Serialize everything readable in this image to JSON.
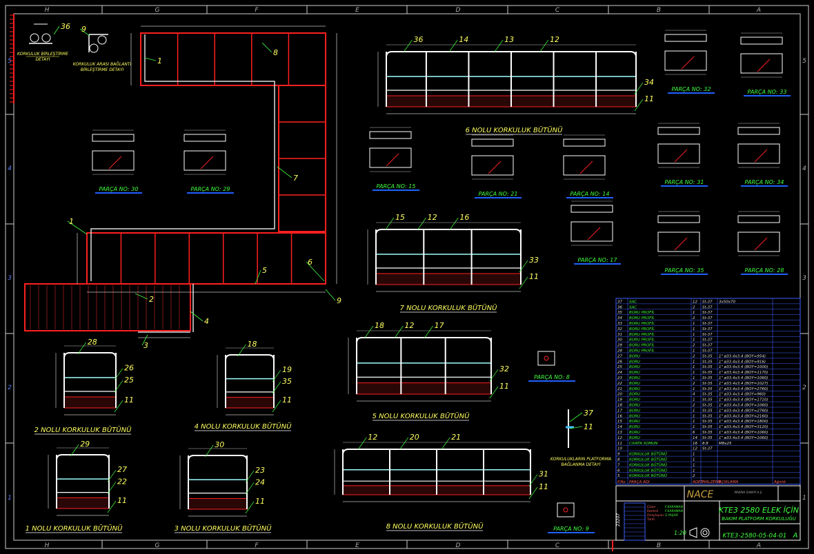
{
  "frame": {
    "columns": [
      "H",
      "G",
      "F",
      "E",
      "D",
      "C",
      "B",
      "A"
    ],
    "rows": [
      "5",
      "4",
      "3",
      "2",
      "1"
    ]
  },
  "colors": {
    "background": "#000000",
    "frame": "#d0d0d0",
    "platform": "#ff2020",
    "railing": "#ffffff",
    "dimension": "#c0c0c0",
    "leader": "#40ff40",
    "title_text": "#ffff60",
    "part_label": "#40ff40",
    "underline": "#2060ff",
    "table_line": "#4060ff"
  },
  "details": {
    "clamp_36_caption": [
      "KORKULUK BİRLEŞTİRME",
      "DETAYI"
    ],
    "clamp_9_caption": [
      "KORKULUK ARASI BAĞLANTI",
      "BİRLEŞTİRME DETAYI"
    ],
    "fixing_caption": [
      "KORKULUKLARIN PLATFORMA",
      "BAĞLANMA DETAYI"
    ]
  },
  "assemblies": [
    {
      "title": "6 NOLU KORKULUK BÜTÜNÜ",
      "callouts": [
        "36",
        "14",
        "13",
        "12",
        "34",
        "11"
      ]
    },
    {
      "title": "7 NOLU KORKULUK BÜTÜNÜ",
      "callouts": [
        "15",
        "12",
        "16",
        "33",
        "11"
      ]
    },
    {
      "title": "5 NOLU KORKULUK BÜTÜNÜ",
      "callouts": [
        "18",
        "12",
        "17",
        "32",
        "11"
      ]
    },
    {
      "title": "8 NOLU KORKULUK BÜTÜNÜ",
      "callouts": [
        "12",
        "20",
        "21",
        "31",
        "11"
      ]
    },
    {
      "title": "2 NOLU KORKULUK BÜTÜNÜ",
      "callouts": [
        "28",
        "26",
        "25",
        "11"
      ]
    },
    {
      "title": "4 NOLU KORKULUK BÜTÜNÜ",
      "callouts": [
        "18",
        "19",
        "35",
        "11"
      ]
    },
    {
      "title": "1 NOLU KORKULUK BÜTÜNÜ",
      "callouts": [
        "29",
        "27",
        "22",
        "11"
      ]
    },
    {
      "title": "3 NOLU KORKULUK BÜTÜNÜ",
      "callouts": [
        "30",
        "23",
        "24",
        "11"
      ]
    }
  ],
  "plan_callouts": [
    "36",
    "9",
    "8",
    "1",
    "7",
    "1",
    "2",
    "5",
    "6",
    "9",
    "3",
    "4",
    "37",
    "11"
  ],
  "parts": [
    {
      "label": "PARÇA NO: 30"
    },
    {
      "label": "PARÇA NO: 29"
    },
    {
      "label": "PARÇA NO: 15"
    },
    {
      "label": "PARÇA NO: 21"
    },
    {
      "label": "PARÇA NO: 14"
    },
    {
      "label": "PARÇA NO: 17"
    },
    {
      "label": "PARÇA NO: 32"
    },
    {
      "label": "PARÇA NO: 33"
    },
    {
      "label": "PARÇA NO: 31"
    },
    {
      "label": "PARÇA NO: 34"
    },
    {
      "label": "PARÇA NO: 35"
    },
    {
      "label": "PARÇA NO: 28"
    },
    {
      "label": "PARÇA NO: 8"
    },
    {
      "label": "PARÇA NO: 9"
    }
  ],
  "parts_list": [
    [
      "37",
      "SAC",
      "12",
      "St-37",
      "3x50x70"
    ],
    [
      "36",
      "SAC",
      "2",
      "St-37",
      ""
    ],
    [
      "35",
      "BORU PROFİL",
      "1",
      "St-37",
      ""
    ],
    [
      "34",
      "BORU PROFİL",
      "2",
      "St-37",
      ""
    ],
    [
      "33",
      "BORU PROFİL",
      "1",
      "St-37",
      ""
    ],
    [
      "32",
      "BORU PROFİL",
      "1",
      "St-37",
      ""
    ],
    [
      "31",
      "BORU PROFİL",
      "1",
      "St-37",
      ""
    ],
    [
      "30",
      "BORU PROFİL",
      "1",
      "St-37",
      ""
    ],
    [
      "29",
      "BORU PROFİL",
      "2",
      "St-37",
      ""
    ],
    [
      "28",
      "BORU PROFİL",
      "1",
      "St-37",
      ""
    ],
    [
      "27",
      "BORU",
      "2",
      "St-35",
      "1\" ø33.4x3.4 (BOY=954)"
    ],
    [
      "26",
      "BORU",
      "1",
      "St-35",
      "1\" ø33.4x3.4 (BOY=916)"
    ],
    [
      "25",
      "BORU",
      "1",
      "St-35",
      "1\" ø33.4x3.4 (BOY=1000)"
    ],
    [
      "24",
      "BORU",
      "1",
      "St-35",
      "1\" ø33.4x3.4 (BOY=1170)"
    ],
    [
      "23",
      "BORU",
      "1",
      "St-35",
      "1\" ø33.4x3.4 (BOY=1060)"
    ],
    [
      "22",
      "BORU",
      "2",
      "St-35",
      "1\" ø33.4x3.4 (BOY=1027)"
    ],
    [
      "21",
      "BORU",
      "1",
      "St-35",
      "1\" ø33.4x3.4 (BOY=2760)"
    ],
    [
      "20",
      "BORU",
      "4",
      "St-35",
      "1\" ø33.4x3.4 (BOY=960)"
    ],
    [
      "19",
      "BORU",
      "1",
      "St-35",
      "1\" ø33.4x3.4 (BOY=1710)"
    ],
    [
      "18",
      "BORU",
      "2",
      "St-35",
      "1\" ø33.4x3.4 (BOY=1060)"
    ],
    [
      "17",
      "BORU",
      "1",
      "St-35",
      "1\" ø33.4x3.4 (BOY=2760)"
    ],
    [
      "16",
      "BORU",
      "1",
      "St-35",
      "1\" ø33.4x3.4 (BOY=2160)"
    ],
    [
      "15",
      "BORU",
      "1",
      "St-35",
      "1\" ø33.4x3.4 (BOY=1800)"
    ],
    [
      "14",
      "BORU",
      "1",
      "St-35",
      "1\" ø33.4x3.4 (BOY=3120)"
    ],
    [
      "13",
      "BORU",
      "6",
      "St-35",
      "1\" ø33.4x3.4 (BOY=1060)"
    ],
    [
      "12",
      "BORU",
      "14",
      "St-35",
      "1\" ø33.4x3.4 (BOY=1060)"
    ],
    [
      "11",
      "CIVATA SOMUN",
      "16",
      "8.8",
      "M8x25"
    ],
    [
      "10",
      "",
      "12",
      "St-37",
      ""
    ],
    [
      "9",
      "KORKULUK BÜTÜNÜ",
      "1",
      "",
      ""
    ],
    [
      "8",
      "KORKULUK BÜTÜNÜ",
      "1",
      "",
      ""
    ],
    [
      "7",
      "KORKULUK BÜTÜNÜ",
      "1",
      "",
      ""
    ],
    [
      "6",
      "KORKULUK BÜTÜNÜ",
      "1",
      "",
      ""
    ],
    [
      "5",
      "KORKULUK BÜTÜNÜ",
      "2",
      "",
      ""
    ]
  ],
  "parts_list_header": [
    "P.No",
    "PARÇA ADI",
    "ADET",
    "MALZEME",
    "AÇIKLAMA",
    "Ağırlık"
  ],
  "title_block": {
    "company_logo": "NACE",
    "company_name": "MAKİNA SANAYİ A.Ş.",
    "title_line1": "KTE3 2580 ELEK İÇİN",
    "title_line2": "BAKIM PLATFORM KORKULUĞU",
    "drawing_number": "KTE3-2580-05-04-01",
    "revision": "A",
    "scale": "1:20",
    "drawn_by_role": [
      "Çizen",
      "Kontrol",
      "Onaylayan",
      "Tarih"
    ],
    "drawn_by": [
      "F.KARAMAN",
      "F.KARAMAN",
      "S.YAŞAR",
      ""
    ],
    "side_number": "23207"
  }
}
